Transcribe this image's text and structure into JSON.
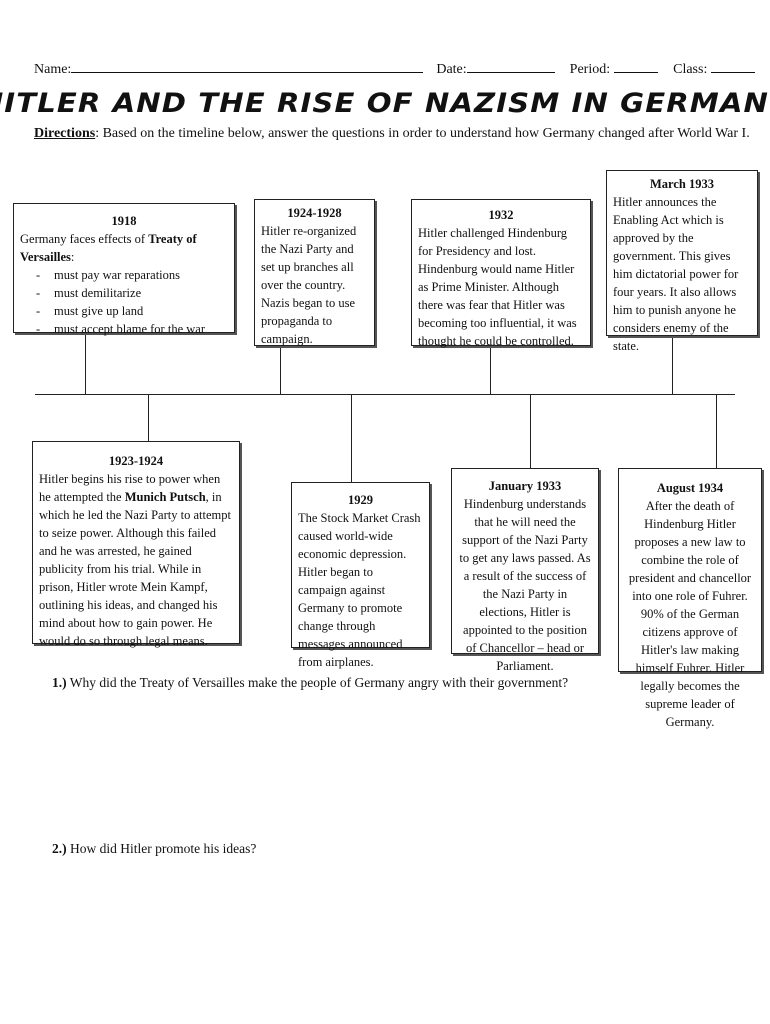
{
  "header": {
    "name_label": "Name:",
    "date_label": "Date:",
    "period_label": "Period:",
    "class_label": "Class:"
  },
  "title": "HITLER AND THE RISE OF NAZISM IN GERMANY",
  "directions": {
    "label": "Directions",
    "text": ": Based on the timeline below, answer the questions in order to understand how Germany changed after World War I."
  },
  "events": {
    "e1918": {
      "year": "1918",
      "text_before": "Germany faces effects of ",
      "treaty": "Treaty of Versailles",
      "text_after": ":",
      "items": [
        "must pay war reparations",
        "must demilitarize",
        "must give up land",
        "must accept blame for the war"
      ]
    },
    "e1924": {
      "year": "1924-1928",
      "text": "Hitler re-organized the Nazi Party and set up branches all over the country.  Nazis began to use propaganda to campaign."
    },
    "e1932": {
      "year": "1932",
      "text": "Hitler challenged Hindenburg for Presidency and lost.  Hindenburg would name Hitler as Prime Minister. Although there was fear that Hitler was becoming too influential, it was thought he could be controlled."
    },
    "eMar1933": {
      "year": "March 1933",
      "text": "Hitler announces the Enabling Act which is approved by the government. This gives him dictatorial power for four years. It also allows him to punish anyone he considers enemy of the state."
    },
    "e1923": {
      "year": "1923-1924",
      "text_before": "Hitler begins his rise to power when he attempted the ",
      "putsch": "Munich Putsch",
      "text_after": ", in which he led the Nazi Party to attempt to seize power. Although this failed and he was arrested, he gained publicity from his trial. While in prison, Hitler wrote Mein Kampf, outlining his ideas, and changed his mind about how to gain power.  He would do so through legal means."
    },
    "e1929": {
      "year": "1929",
      "text": "The Stock Market Crash caused world-wide economic depression.  Hitler began to campaign against Germany to promote change through messages announced from airplanes."
    },
    "eJan1933": {
      "year": "January 1933",
      "text": "Hindenburg understands that he will need the support of the Nazi Party to get any laws passed. As a result of the success of the Nazi Party in elections, Hitler is appointed to the position of Chancellor – head or Parliament."
    },
    "eAug1934": {
      "year": "August 1934",
      "text": "After the death of Hindenburg Hitler proposes a new law to combine the role of president and chancellor into one role of Fuhrer. 90% of the German citizens approve of Hitler's law making himself Fuhrer. Hitler legally becomes the supreme leader of Germany."
    }
  },
  "questions": [
    {
      "num": "1.)",
      "text": "Why did the Treaty of Versailles make the people of Germany angry with their government?"
    },
    {
      "num": "2.)",
      "text": "How did Hitler promote his ideas?"
    }
  ]
}
